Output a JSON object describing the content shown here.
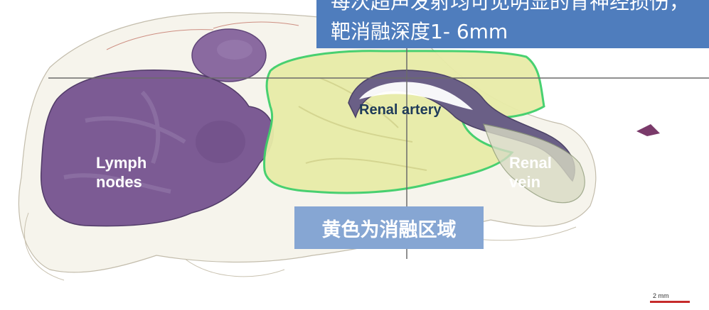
{
  "image": {
    "subject": "histology-section",
    "colors": {
      "tissue_purple": "#7a5a92",
      "ablation_yellow": "#e8eca8",
      "ablation_outline": "#3fcf6a",
      "artery_wall": "#6a5f86",
      "callout_blue": "#4f7dbd",
      "label_box_blue": "#86a6d3",
      "scale_red": "#c62b2b"
    }
  },
  "callout": {
    "line1": "每次超声发射均可见明显的背神经损伤，",
    "line2": "靶消融深度1- 6mm"
  },
  "labels": {
    "renal_artery": "Renal artery",
    "lymph_line1": "Lymph",
    "lymph_line2": "nodes",
    "vein_line1": "Renal",
    "vein_line2": "vein"
  },
  "ablation_legend": "黄色为消融区域",
  "scale_text": "2 mm"
}
